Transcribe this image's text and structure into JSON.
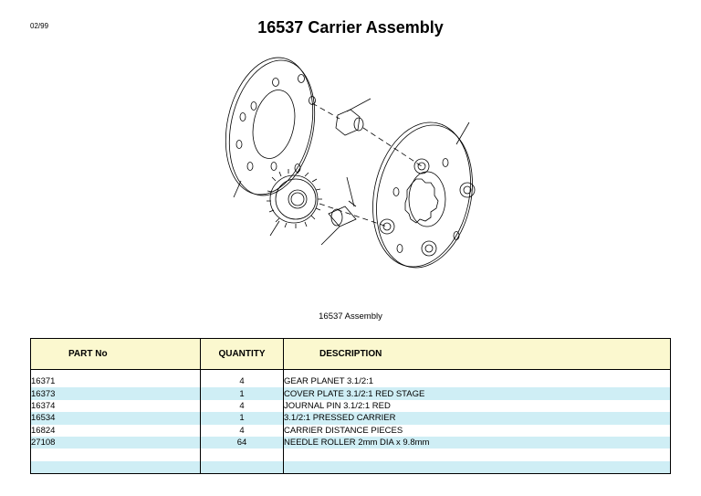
{
  "header": {
    "date": "02/99",
    "title": "16537 Carrier Assembly"
  },
  "figure": {
    "caption": "16537 Assembly"
  },
  "table": {
    "columns": [
      "PART No",
      "QUANTITY",
      "DESCRIPTION"
    ],
    "rows": [
      {
        "part_no": "16371",
        "quantity": "4",
        "description": "GEAR PLANET 3.1/2:1"
      },
      {
        "part_no": "16373",
        "quantity": "1",
        "description": "COVER PLATE 3.1/2:1 RED STAGE"
      },
      {
        "part_no": "16374",
        "quantity": "4",
        "description": "JOURNAL PIN 3.1/2:1 RED"
      },
      {
        "part_no": "16534",
        "quantity": "1",
        "description": "3.1/2:1 PRESSED CARRIER"
      },
      {
        "part_no": "16824",
        "quantity": "4",
        "description": "CARRIER DISTANCE PIECES"
      },
      {
        "part_no": "27108",
        "quantity": "64",
        "description": "NEEDLE ROLLER 2mm DIA x 9.8mm"
      },
      {
        "part_no": "",
        "quantity": "",
        "description": ""
      },
      {
        "part_no": "",
        "quantity": "",
        "description": ""
      }
    ]
  }
}
